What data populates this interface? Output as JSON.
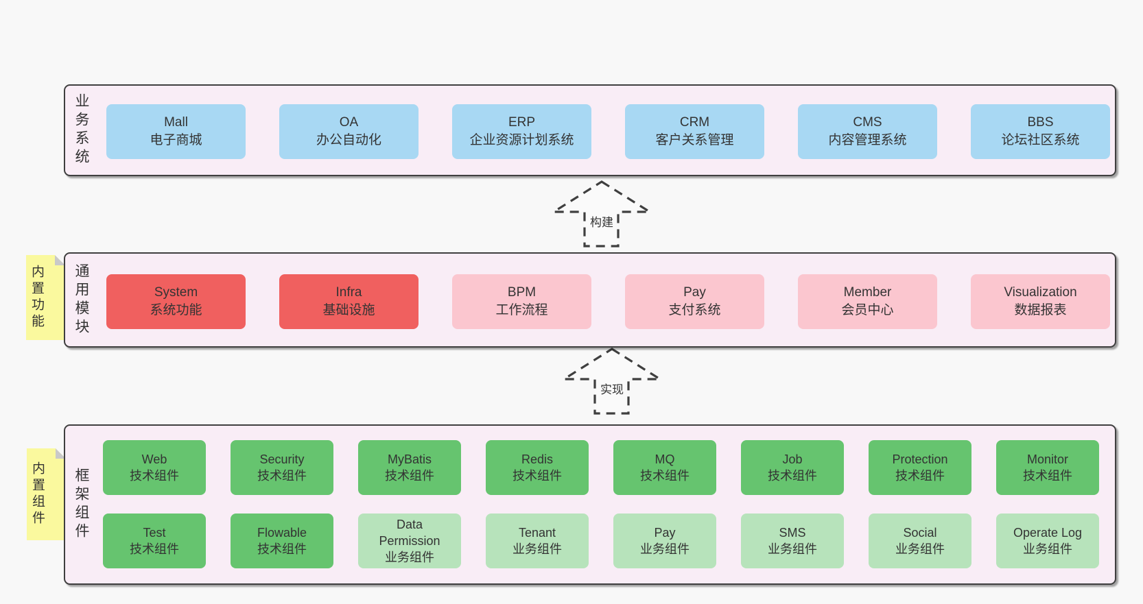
{
  "colors": {
    "page_bg": "#f8f8f8",
    "band_bg": "#f9edf6",
    "band_border": "#3f3f3f",
    "blue": "#a8d8f3",
    "red": "#f0605f",
    "pink": "#fbc6cf",
    "green": "#66c46f",
    "light_green": "#b7e3bb",
    "note_bg": "#faf99e",
    "note_fold": "#c9c9c9",
    "text": "#333333"
  },
  "bands": [
    {
      "label": "业务系统",
      "note": "",
      "rows": [
        [
          {
            "title": "Mall",
            "subtitle": "电子商城",
            "color": "blue"
          },
          {
            "title": "OA",
            "subtitle": "办公自动化",
            "color": "blue"
          },
          {
            "title": "ERP",
            "subtitle": "企业资源计划系统",
            "color": "blue"
          },
          {
            "title": "CRM",
            "subtitle": "客户关系管理",
            "color": "blue"
          },
          {
            "title": "CMS",
            "subtitle": "内容管理系统",
            "color": "blue"
          },
          {
            "title": "BBS",
            "subtitle": "论坛社区系统",
            "color": "blue"
          }
        ]
      ]
    },
    {
      "label": "通用模块",
      "note": "内置功能",
      "rows": [
        [
          {
            "title": "System",
            "subtitle": "系统功能",
            "color": "red"
          },
          {
            "title": "Infra",
            "subtitle": "基础设施",
            "color": "red"
          },
          {
            "title": "BPM",
            "subtitle": "工作流程",
            "color": "pink"
          },
          {
            "title": "Pay",
            "subtitle": "支付系统",
            "color": "pink"
          },
          {
            "title": "Member",
            "subtitle": "会员中心",
            "color": "pink"
          },
          {
            "title": "Visualization",
            "subtitle": "数据报表",
            "color": "pink"
          }
        ]
      ]
    },
    {
      "label": "框架组件",
      "note": "内置组件",
      "rows": [
        [
          {
            "title": "Web",
            "subtitle": "技术组件",
            "color": "green"
          },
          {
            "title": "Security",
            "subtitle": "技术组件",
            "color": "green"
          },
          {
            "title": "MyBatis",
            "subtitle": "技术组件",
            "color": "green"
          },
          {
            "title": "Redis",
            "subtitle": "技术组件",
            "color": "green"
          },
          {
            "title": "MQ",
            "subtitle": "技术组件",
            "color": "green"
          },
          {
            "title": "Job",
            "subtitle": "技术组件",
            "color": "green"
          },
          {
            "title": "Protection",
            "subtitle": "技术组件",
            "color": "green"
          },
          {
            "title": "Monitor",
            "subtitle": "技术组件",
            "color": "green"
          }
        ],
        [
          {
            "title": "Test",
            "subtitle": "技术组件",
            "color": "green"
          },
          {
            "title": "Flowable",
            "subtitle": "技术组件",
            "color": "green"
          },
          {
            "title": "Data Permission",
            "subtitle": "业务组件",
            "color": "lightgreen"
          },
          {
            "title": "Tenant",
            "subtitle": "业务组件",
            "color": "lightgreen"
          },
          {
            "title": "Pay",
            "subtitle": "业务组件",
            "color": "lightgreen"
          },
          {
            "title": "SMS",
            "subtitle": "业务组件",
            "color": "lightgreen"
          },
          {
            "title": "Social",
            "subtitle": "业务组件",
            "color": "lightgreen"
          },
          {
            "title": "Operate Log",
            "subtitle": "业务组件",
            "color": "lightgreen"
          }
        ]
      ]
    }
  ],
  "arrows": [
    {
      "label": "构建"
    },
    {
      "label": "实现"
    }
  ]
}
